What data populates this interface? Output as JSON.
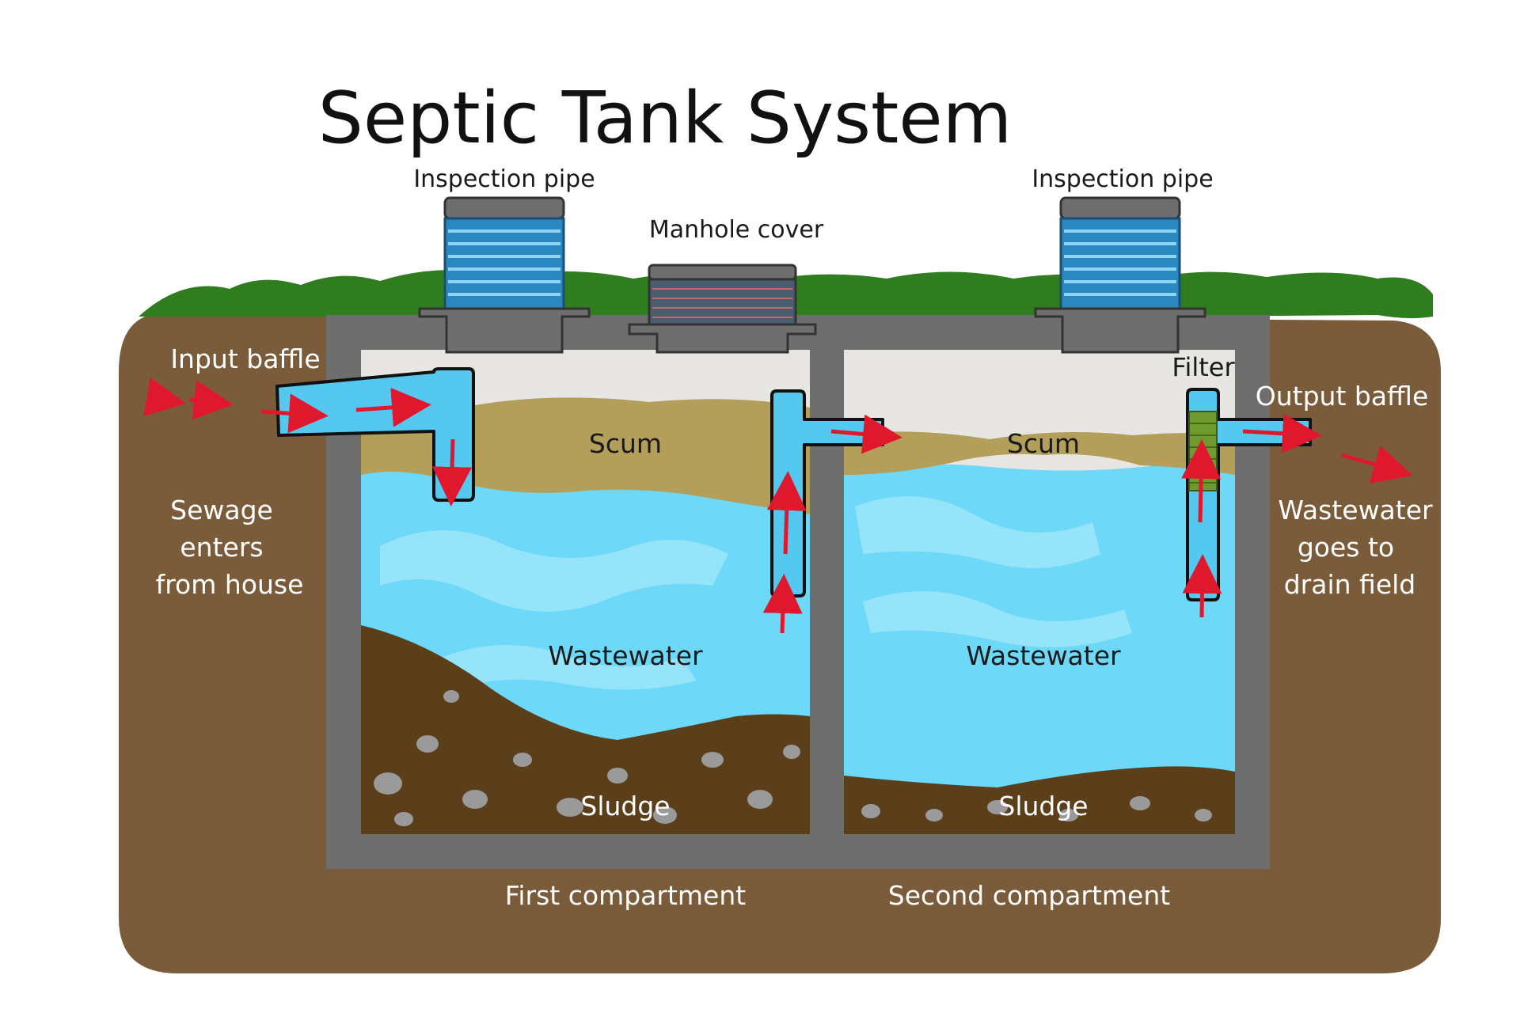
{
  "title": "Septic Tank System",
  "labels": {
    "inspection_pipe_left": "Inspection pipe",
    "inspection_pipe_right": "Inspection pipe",
    "manhole_cover": "Manhole cover",
    "input_baffle": "Input baffle",
    "output_baffle": "Output baffle",
    "filter": "Filter",
    "sewage_line1": "Sewage",
    "sewage_line2": "enters",
    "sewage_line3": "from house",
    "wastewater_out_line1": "Wastewater",
    "wastewater_out_line2": "goes to",
    "wastewater_out_line3": "drain field",
    "scum_left": "Scum",
    "scum_right": "Scum",
    "wastewater_left": "Wastewater",
    "wastewater_right": "Wastewater",
    "sludge_left": "Sludge",
    "sludge_right": "Sludge",
    "first_compartment": "First compartment",
    "second_compartment": "Second compartment"
  },
  "colors": {
    "soil": "#7a5c3a",
    "grass": "#2f7d1e",
    "concrete": "#6e6e6e",
    "water": "#6dd8f7",
    "water_light": "#a8e9fb",
    "scum": "#b39e5a",
    "air": "#e8e6e3",
    "sludge": "#5a3f1a",
    "pipe": "#55c8f0",
    "pipe_ribs": "#2b88bf",
    "arrow": "#e0182e",
    "filter": "#6e9a2e"
  }
}
